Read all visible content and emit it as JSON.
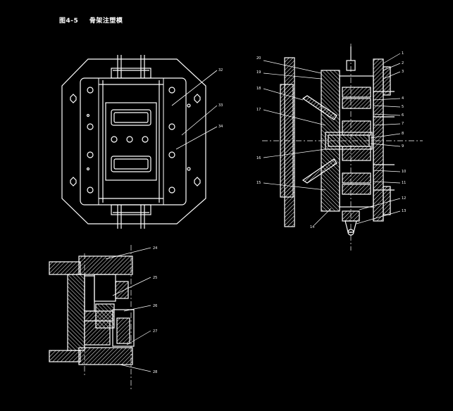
{
  "drawing": {
    "figure_label": "图4-5",
    "figure_title": "骨架注塑模"
  },
  "views": {
    "top_view": {
      "callouts": [
        "32",
        "33",
        "34"
      ]
    },
    "section_view": {
      "left_callouts": [
        "20",
        "19",
        "18",
        "17",
        "16",
        "15",
        "14"
      ],
      "right_callouts": [
        "1",
        "2",
        "3",
        "4",
        "5",
        "6",
        "7",
        "8",
        "9",
        "10",
        "11",
        "12",
        "13"
      ]
    },
    "partial_view": {
      "callouts": [
        "24",
        "25",
        "26",
        "27",
        "28"
      ]
    }
  },
  "colors": {
    "background": "#000000",
    "lines": "#ffffff",
    "hatch": "#ffffff",
    "dim": "#bbbbbb"
  }
}
